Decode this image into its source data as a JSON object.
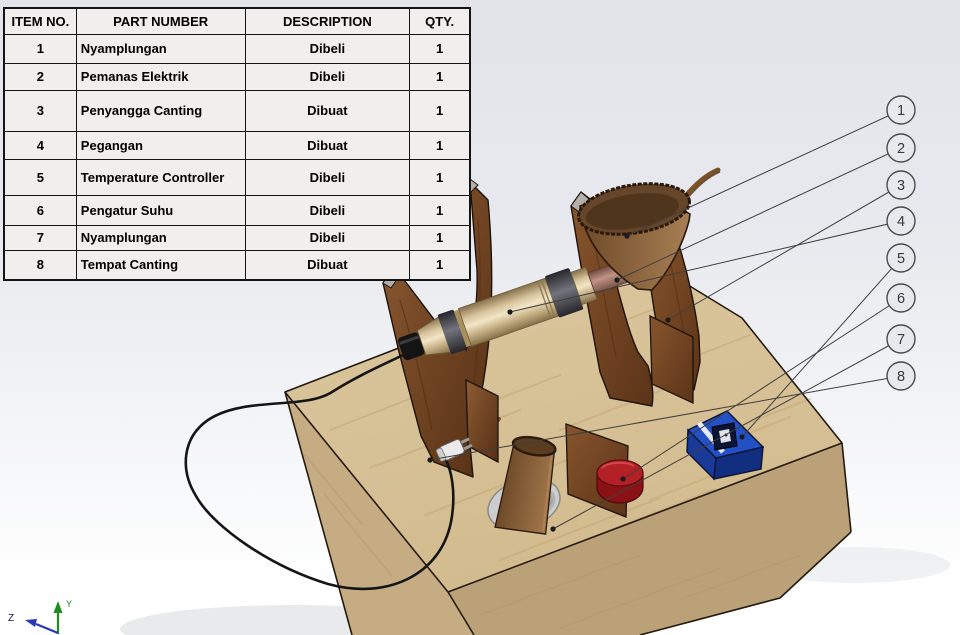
{
  "bom": {
    "headers": [
      "ITEM NO.",
      "PART NUMBER",
      "DESCRIPTION",
      "QTY."
    ],
    "rows": [
      {
        "item": "1",
        "part": "Nyamplungan",
        "desc": "Dibeli",
        "qty": "1"
      },
      {
        "item": "2",
        "part": "Pemanas Elektrik",
        "desc": "Dibeli",
        "qty": "1"
      },
      {
        "item": "3",
        "part": "Penyangga Canting",
        "desc": "Dibuat",
        "qty": "1"
      },
      {
        "item": "4",
        "part": "Pegangan",
        "desc": "Dibuat",
        "qty": "1"
      },
      {
        "item": "5",
        "part": "Temperature Controller",
        "desc": "Dibeli",
        "qty": "1"
      },
      {
        "item": "6",
        "part": "Pengatur Suhu",
        "desc": "Dibeli",
        "qty": "1"
      },
      {
        "item": "7",
        "part": "Nyamplungan",
        "desc": "Dibeli",
        "qty": "1"
      },
      {
        "item": "8",
        "part": "Tempat Canting",
        "desc": "Dibuat",
        "qty": "1"
      }
    ]
  },
  "balloons": [
    {
      "label": "1"
    },
    {
      "label": "2"
    },
    {
      "label": "3"
    },
    {
      "label": "4"
    },
    {
      "label": "5"
    },
    {
      "label": "6"
    },
    {
      "label": "7"
    },
    {
      "label": "8"
    }
  ],
  "triad": {
    "y": "Y",
    "z": "Z"
  },
  "colors": {
    "background_top": "#e2e4ea",
    "background_bottom": "#ffffff",
    "base_wood": "#d7c298",
    "dark_wood": "#7d4c28",
    "handle_tan": "#d8c49e",
    "heater_copper": "#ab7d6f",
    "knob_red": "#b32025",
    "controller_blue": "#2351c5",
    "cable_black": "#151515"
  }
}
